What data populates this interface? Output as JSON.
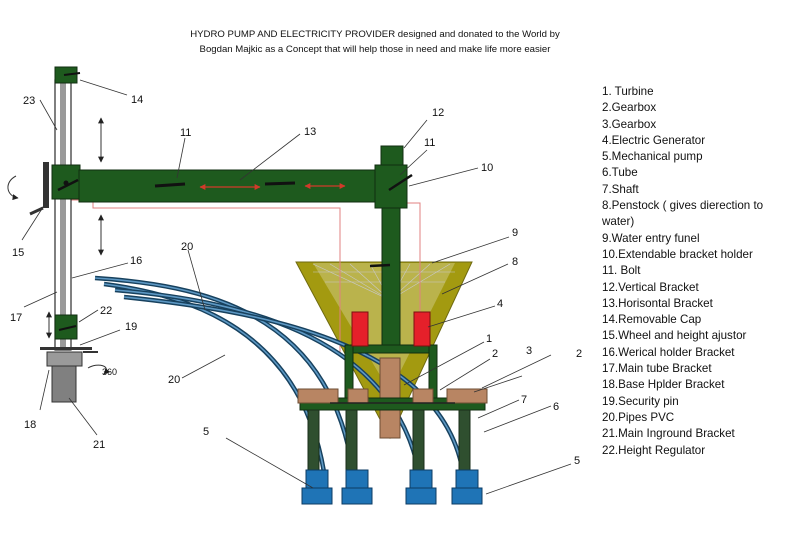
{
  "title": {
    "line1": "HYDRO PUMP AND ELECTRICITY PROVIDER  designed and donated to the World  by",
    "line2": "Bogdan Majkic as a Concept that will help those in need and make life more easier"
  },
  "legend": [
    "1. Turbine",
    "2.Gearbox",
    "3.Gearbox",
    "4.Electric Generator",
    "5.Mechanical pump",
    "6.Tube",
    "7.Shaft",
    "8.Penstock ( gives dierection to water)",
    "9.Water entry funel",
    "10.Extendable bracket holder",
    "11. Bolt",
    "12.Vertical Bracket",
    "13.Horisontal Bracket",
    "14.Removable Cap",
    "15.Wheel and height ajustor",
    "16.Werical holder Bracket",
    "17.Main tube Bracket",
    "18.Base Hplder Bracket",
    "19.Security pin",
    "20.Pipes PVC",
    "21.Main Inground Bracket",
    "22.Height Regulator"
  ],
  "callouts": {
    "n1": "1",
    "n2": "2",
    "n3": "3",
    "n4": "4",
    "n5": "5",
    "n6": "6",
    "n7": "7",
    "n8": "8",
    "n9": "9",
    "n10": "10",
    "n11": "11",
    "n12": "12",
    "n13": "13",
    "n14": "14",
    "n15": "15",
    "n16": "16",
    "n17": "17",
    "n18": "18",
    "n19": "19",
    "n20": "20",
    "n21": "21",
    "n22": "22"
  },
  "rotation_label": "360",
  "colors": {
    "bracket_green": "#1e5a1e",
    "funnel_olive": "#a39a10",
    "generator_red": "#e5202a",
    "turbine_tan": "#b88563",
    "pipe_blue": "#2b6e9e",
    "pump_blue": "#1f74b6",
    "tube_grey": "#9a9a9a",
    "arrow_red": "#d23a2a"
  }
}
